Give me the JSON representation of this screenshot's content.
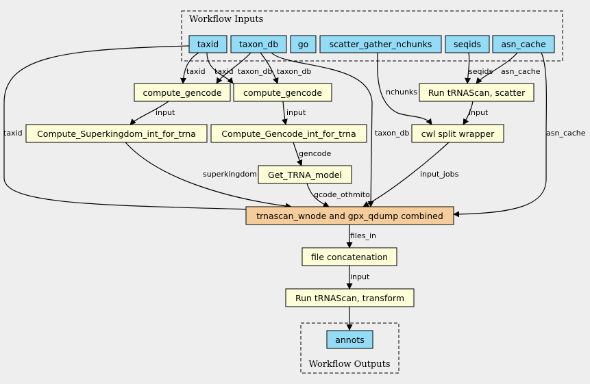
{
  "clusters": {
    "inputs_label": "Workflow Inputs",
    "outputs_label": "Workflow Outputs"
  },
  "nodes": {
    "taxid": "taxid",
    "taxon_db": "taxon_db",
    "go": "go",
    "scatter_gather_nchunks": "scatter_gather_nchunks",
    "seqids": "seqids",
    "asn_cache": "asn_cache",
    "compute_gencode_1": "compute_gencode",
    "compute_gencode_2": "compute_gencode",
    "run_trnascan_scatter": "Run tRNAScan, scatter",
    "compute_superkingdom": "Compute_Superkingdom_int_for_trna",
    "compute_gencode_int": "Compute_Gencode_int_for_trna",
    "cwl_split_wrapper": "cwl split wrapper",
    "get_trna_model": "Get_TRNA_model",
    "trnascan_combined": "trnascan_wnode and gpx_qdump combined",
    "file_concatenation": "file concatenation",
    "run_trnascan_transform": "Run tRNAScan, transform",
    "annots": "annots"
  },
  "edge_labels": {
    "taxid_to_cg1": "taxid",
    "taxid_to_cg2": "taxid",
    "taxondb_to_cg1": "taxon_db",
    "taxondb_to_cg2": "taxon_db",
    "nchunks": "nchunks",
    "seqids": "seqids",
    "asn_cache_to_scatter": "asn_cache",
    "cg1_input": "input",
    "cg2_input": "input",
    "scatter_input": "input",
    "taxid_to_combined": "taxid",
    "taxondb_to_combined": "taxon_db",
    "asn_cache_to_combined": "asn_cache",
    "gencode": "gencode",
    "superkingdom": "superkingdom",
    "gcode_othmito": "gcode_othmito",
    "input_jobs": "input_jobs",
    "files_in": "files_in",
    "concat_input": "input"
  },
  "colors": {
    "input_node": "#94dcf6",
    "step_node": "#fdfdd8",
    "highlight_node": "#f5cc9c",
    "background": "#eeeeee"
  }
}
